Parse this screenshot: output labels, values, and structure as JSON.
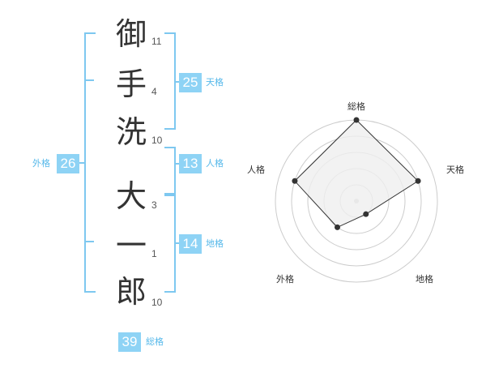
{
  "name_chars": [
    {
      "char": "御",
      "strokes": "11"
    },
    {
      "char": "手",
      "strokes": "4"
    },
    {
      "char": "洗",
      "strokes": "10"
    },
    {
      "char": "大",
      "strokes": "3"
    },
    {
      "char": "一",
      "strokes": "1"
    },
    {
      "char": "郎",
      "strokes": "10"
    }
  ],
  "fortune": {
    "tenkaku": {
      "value": "25",
      "label": "天格"
    },
    "jinkaku": {
      "value": "13",
      "label": "人格"
    },
    "chikaku": {
      "value": "14",
      "label": "地格"
    },
    "gaikaku": {
      "value": "26",
      "label": "外格"
    },
    "soukaku": {
      "value": "39",
      "label": "総格"
    }
  },
  "radar": {
    "axes": [
      "総格",
      "天格",
      "地格",
      "外格",
      "人格"
    ],
    "levels": 5,
    "values": [
      5,
      4,
      1,
      2,
      4
    ],
    "max": 5,
    "line_color": "#333333",
    "fill_color": "#efefef",
    "grid_color": "#cccccc"
  },
  "colors": {
    "accent": "#8ed3f5",
    "bracket": "#7ec8f0",
    "label": "#55b8ea"
  }
}
